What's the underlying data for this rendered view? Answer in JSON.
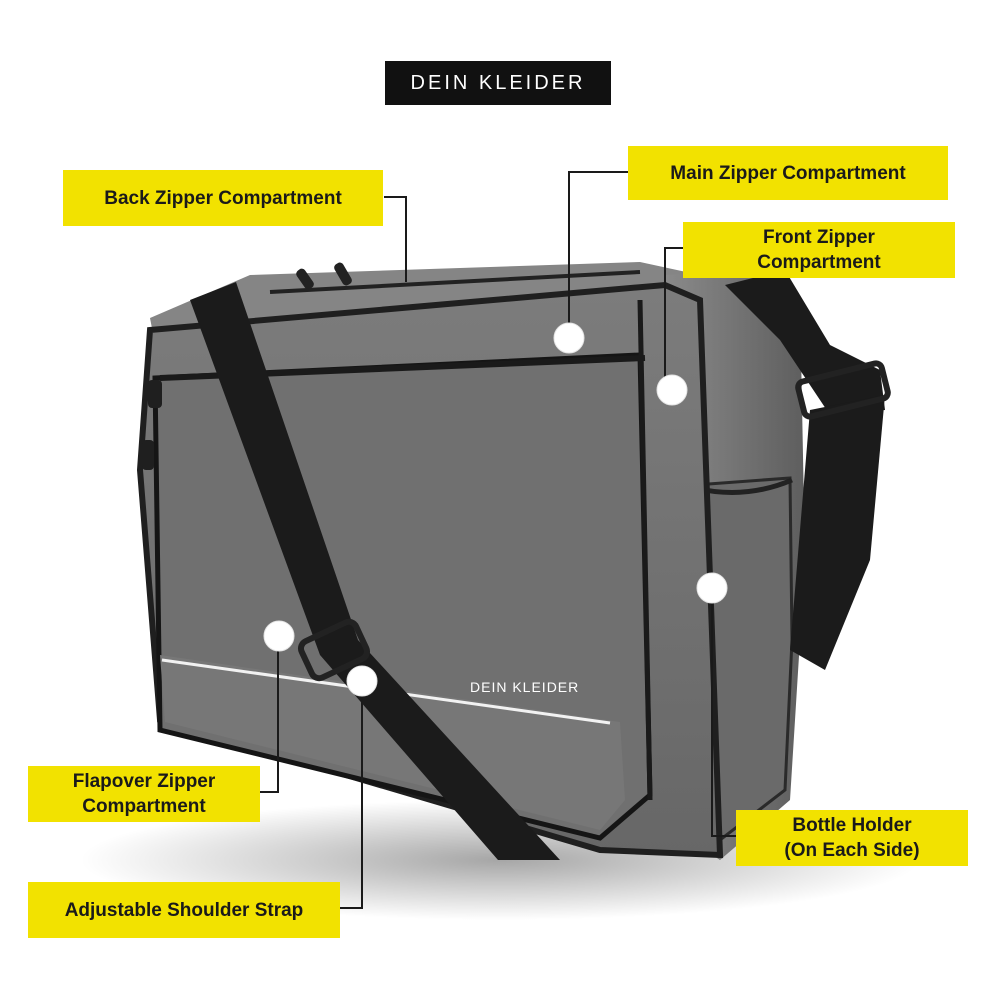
{
  "brand": {
    "name": "DEIN KLEIDER",
    "panel_logo": "DEIN KLEIDER"
  },
  "callouts": {
    "back_zipper": "Back Zipper Compartment",
    "main_zipper": "Main Zipper Compartment",
    "front_zipper_line1": "Front Zipper",
    "front_zipper_line2": "Compartment",
    "flapover_line1": "Flapover Zipper",
    "flapover_line2": "Compartment",
    "shoulder_strap": "Adjustable Shoulder Strap",
    "bottle_line1": "Bottle Holder",
    "bottle_line2": "(On Each Side)"
  },
  "colors": {
    "callout_bg": "#f2e200",
    "brand_bg": "#111111",
    "bag_grey": "#6f6f6f",
    "strap_black": "#1b1b1b"
  }
}
